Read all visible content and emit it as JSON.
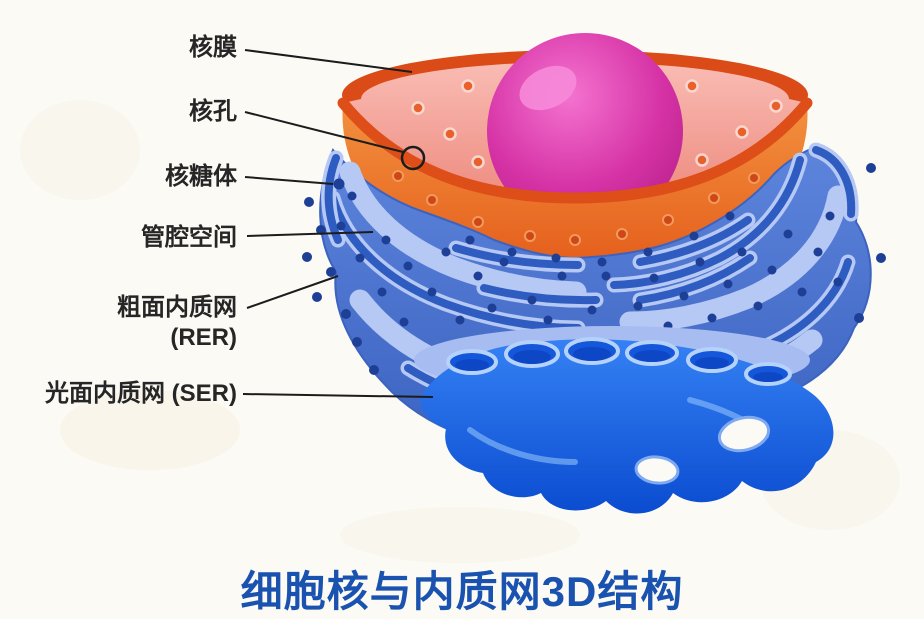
{
  "title": {
    "text": "细胞核与内质网3D结构",
    "color": "#1a52b0"
  },
  "labels": {
    "nuclear_membrane": "核膜",
    "nuclear_pore": "核孔",
    "ribosome": "核糖体",
    "lumen_space": "管腔空间",
    "rough_er_line1": "粗面内质网",
    "rough_er_line2": "(RER)",
    "smooth_er": "光面内质网 (SER)"
  },
  "palette": {
    "background": "#fcfaf5",
    "nucleus_rim": "#da4b18",
    "nucleus_inner": "#f4a49b",
    "nucleolus": "#d12da0",
    "er_body": "#4a74d0",
    "er_lumen": "#b6c8f4",
    "ribosome_dot": "#1e3f96",
    "smooth_er": "#1f66e8",
    "label_text": "#262626",
    "leader_line": "#1c1c1c"
  }
}
